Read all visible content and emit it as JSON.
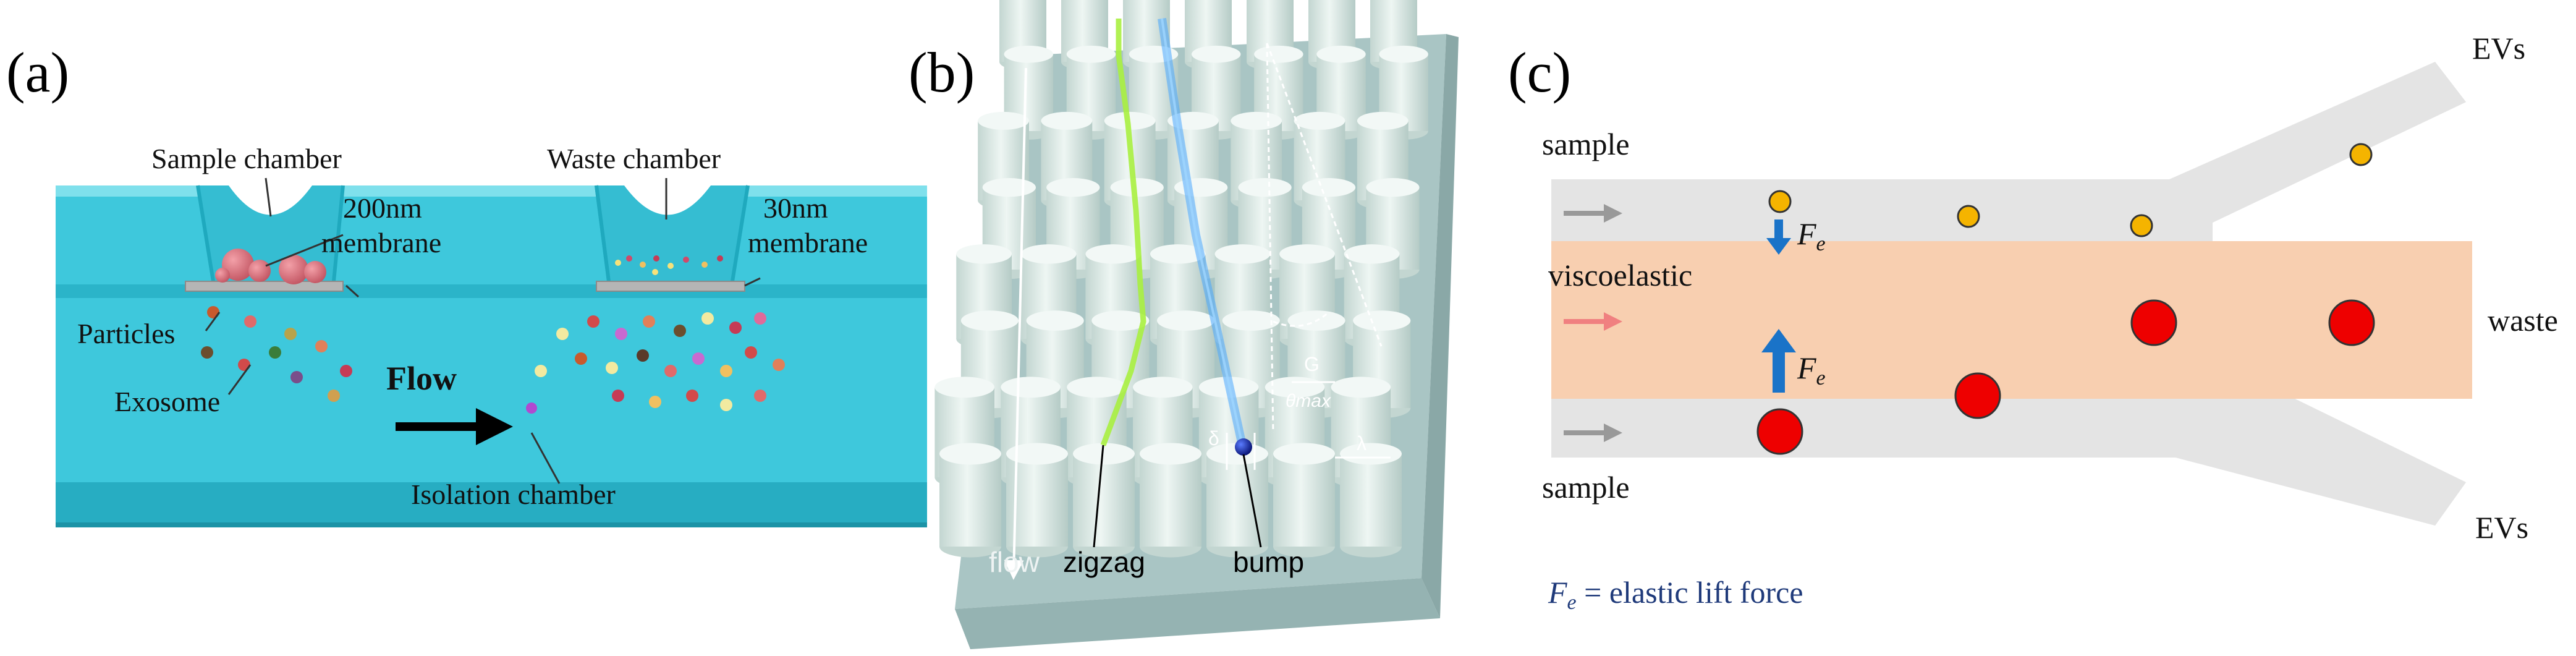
{
  "panel_a": {
    "letter": "(a)",
    "sample_chamber": "Sample chamber",
    "waste_chamber": "Waste chamber",
    "membrane_200_size": "200nm",
    "membrane_200_word": "membrane",
    "membrane_30_size": "30nm",
    "membrane_30_word": "membrane",
    "particles": "Particles",
    "exosome": "Exosome",
    "flow": "Flow",
    "isolation_chamber": "Isolation chamber",
    "colors": {
      "channel": "#3ec8dc",
      "channel_dark": "#1fa9be",
      "membrane": "#b5b5b5"
    }
  },
  "panel_b": {
    "letter": "(b)",
    "flow": "flow",
    "zigzag": "zigzag",
    "bump": "bump",
    "theta_max": "θmax",
    "gap_symbol": "G",
    "delta_symbol": "δ",
    "lambda_symbol": "λ",
    "colors": {
      "base": "#9fbcbc",
      "pillar": "#d7e6e2",
      "zigzag_path": "#a8f040",
      "bump_path": "#4aa8ff",
      "bump_bead": "#0b1fa8"
    }
  },
  "panel_c": {
    "letter": "(c)",
    "sample_top": "sample",
    "sample_bottom": "sample",
    "evs_top": "EVs",
    "evs_bottom": "EVs",
    "viscoelastic": "viscoelastic",
    "waste": "waste",
    "fe_symbol": "F",
    "fe_subscript": "e",
    "legend_rest": " = elastic lift force",
    "colors": {
      "channel": "#e4e4e4",
      "viscoelastic": "#f8cfb0",
      "small_particle": "#f5b400",
      "large_particle": "#ee0000",
      "force_arrow": "#1a73c8",
      "legend_text": "#1f3a7a"
    }
  }
}
